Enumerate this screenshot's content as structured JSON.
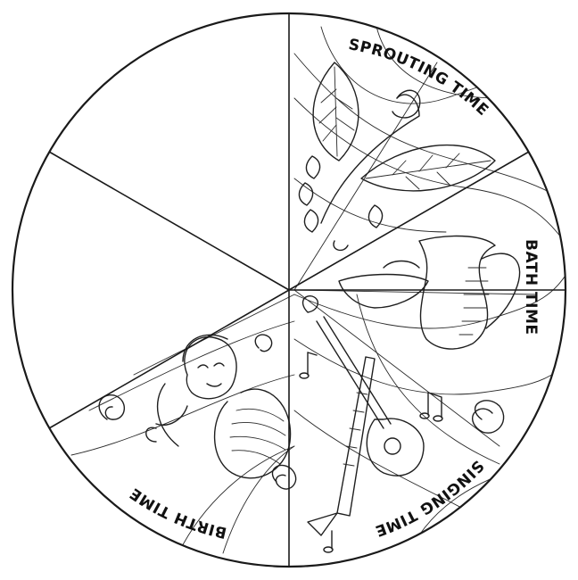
{
  "wheel": {
    "segments": [
      {
        "id": "sprouting",
        "label": "SPROUTING TIME"
      },
      {
        "id": "bath",
        "label": "BATH TIME"
      },
      {
        "id": "singing",
        "label": "SINGING TIME"
      },
      {
        "id": "birth",
        "label": "BIRTH TIME"
      },
      {
        "id": "blank-upper",
        "label": ""
      },
      {
        "id": "blank-lower",
        "label": ""
      }
    ]
  }
}
